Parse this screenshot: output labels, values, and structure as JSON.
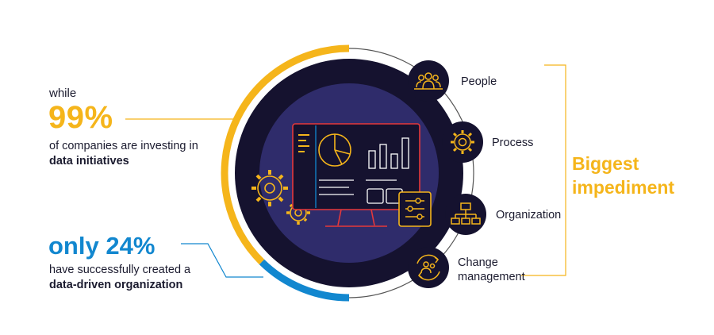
{
  "left_stats": {
    "stat1_prefix": "while",
    "stat1_value": "99%",
    "stat1_line1": "of companies are investing in",
    "stat1_line2": "data initiatives",
    "stat2_value": "only 24%",
    "stat2_line1": "have successfully created a",
    "stat2_line2": "data-driven organization"
  },
  "impediments": {
    "items": [
      {
        "label": "People",
        "icon": "people-icon"
      },
      {
        "label": "Process",
        "icon": "gear-process-icon"
      },
      {
        "label": "Organization",
        "icon": "org-chart-icon"
      },
      {
        "label_line1": "Change",
        "label_line2": "management",
        "icon": "change-cycle-icon"
      }
    ],
    "heading": "Biggest\nimpediment"
  },
  "colors": {
    "accent_yellow": "#f5b51b",
    "accent_blue": "#1287cf",
    "circle_dark": "#15122f",
    "circle_mid": "#2f2c6b",
    "monitor_red": "#e5383b",
    "icon_stroke": "#f5b51b"
  }
}
